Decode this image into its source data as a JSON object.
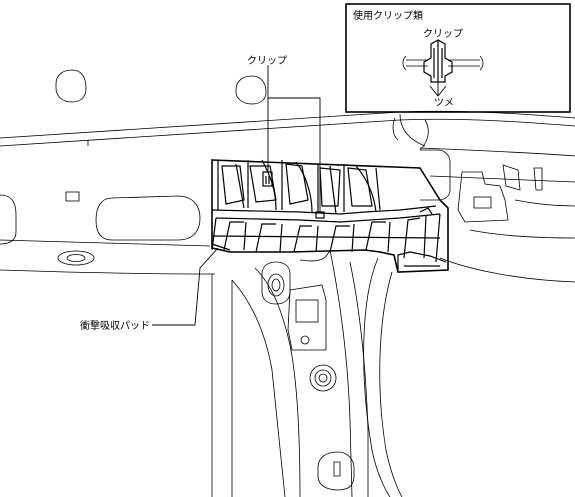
{
  "labels": {
    "clip": "クリップ",
    "pad": "衝撃吸収パッド"
  },
  "inset": {
    "title": "使用クリップ類",
    "clip": "クリップ",
    "claw": "ツメ"
  },
  "colors": {
    "line": "#000000",
    "background": "#ffffff"
  }
}
